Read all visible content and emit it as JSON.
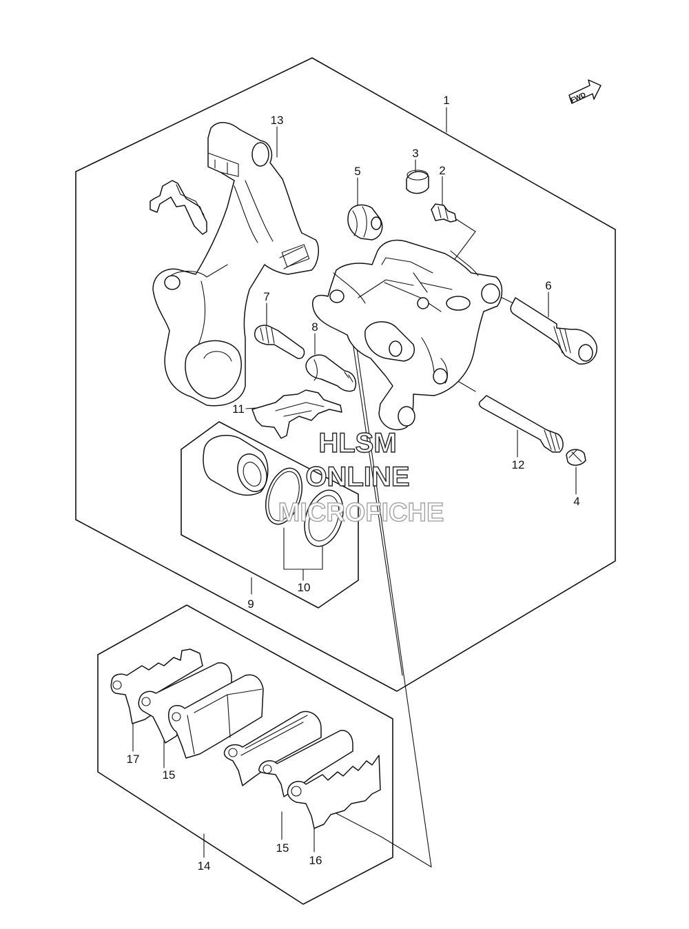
{
  "fwd_label": "FWD",
  "watermark": {
    "line1": "HLSM",
    "line2": "ONLINE",
    "line3": "MICROFICHE"
  },
  "callouts": {
    "c1": "1",
    "c2": "2",
    "c3": "3",
    "c4": "4",
    "c5": "5",
    "c6": "6",
    "c7": "7",
    "c8": "8",
    "c9": "9",
    "c10": "10",
    "c11": "11",
    "c12": "12",
    "c13": "13",
    "c14": "14",
    "c15a": "15",
    "c15b": "15",
    "c16": "16",
    "c17": "17"
  }
}
